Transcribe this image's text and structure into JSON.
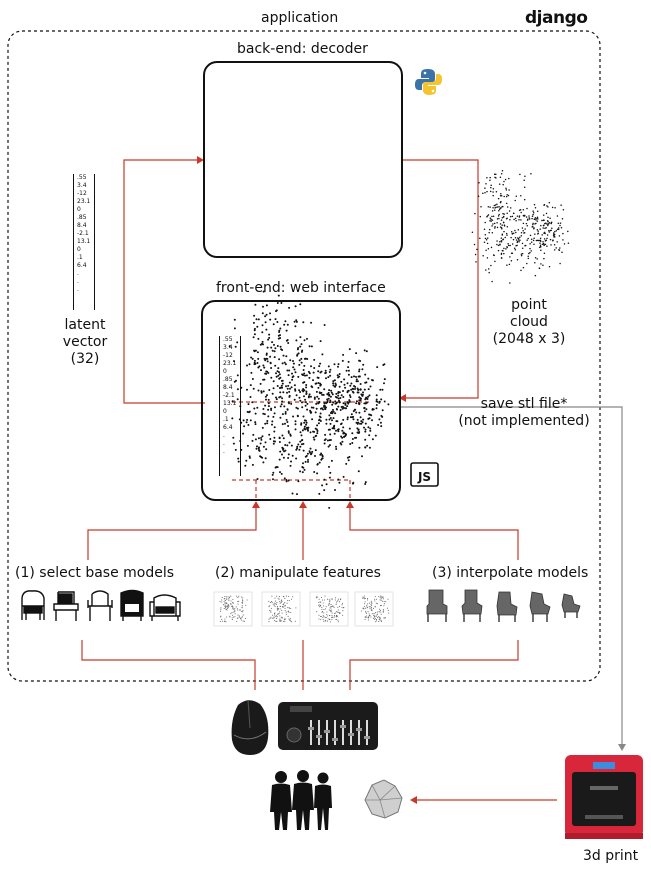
{
  "labels": {
    "application": "application",
    "framework": "django",
    "backend": "back-end: decoder",
    "frontend": "front-end: web interface",
    "latent_line1": "latent",
    "latent_line2": "vector",
    "latent_line3": "(32)",
    "point_line1": "point",
    "point_line2": "cloud",
    "point_line3": "(2048 x 3)",
    "save_line1": "save stl file*",
    "save_line2": "(not implemented)",
    "step1": "(1) select base models",
    "step2": "(2) manipulate features",
    "step3": "(3) interpolate models",
    "print": "3d print",
    "js_badge": "JS"
  },
  "latent_values": [
    ".55",
    "3.4",
    "-12",
    "23.1",
    "0",
    ".85",
    "8.4",
    "-2.1",
    "13.1",
    "0",
    ".1",
    "6.4",
    ".",
    ".",
    "."
  ],
  "colors": {
    "flow": "#c8392b",
    "border": "#111111",
    "save": "#888888",
    "python_blue": "#3b73a8",
    "python_yellow": "#f4c430",
    "printer_red": "#d8263b"
  },
  "icons": [
    "python-logo-icon",
    "js-logo-icon",
    "armchair-icon",
    "mouse-icon",
    "midi-controller-icon",
    "people-silhouette-icon",
    "3d-print-object-icon",
    "3d-printer-icon"
  ]
}
